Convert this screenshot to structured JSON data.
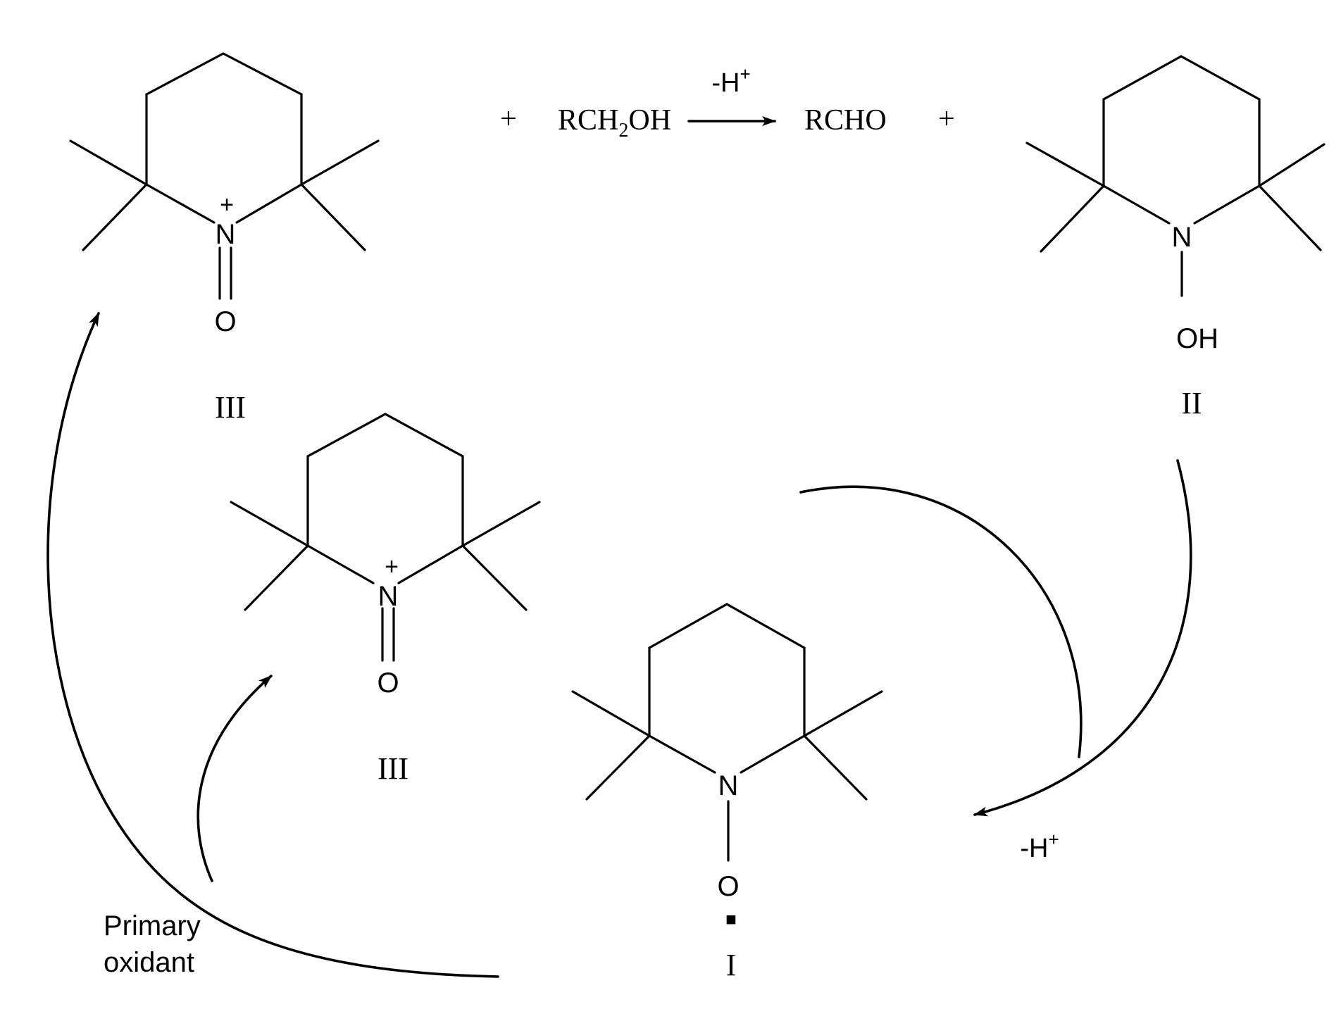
{
  "reaction": {
    "plus_1": "+",
    "reactant": "RCH",
    "reactant_sub": "2",
    "reactant_tail": "OH",
    "arrow_label": "-H",
    "arrow_label_sup": "+",
    "product": "RCHO",
    "plus_2": "+"
  },
  "compounds": {
    "top_left": {
      "label": "III",
      "nitrogen": "N",
      "charge": "+",
      "oxygen": "O"
    },
    "top_right": {
      "label": "II",
      "nitrogen": "N",
      "hydroxyl": "OH"
    },
    "middle": {
      "label": "III",
      "nitrogen": "N",
      "charge": "+",
      "oxygen": "O"
    },
    "bottom": {
      "label": "I",
      "nitrogen": "N",
      "oxygen": "O",
      "radical": "■"
    }
  },
  "cycle": {
    "deprotonation": "-H",
    "deprotonation_sup": "+",
    "primary_oxidant_line1": "Primary",
    "primary_oxidant_line2": "oxidant"
  }
}
